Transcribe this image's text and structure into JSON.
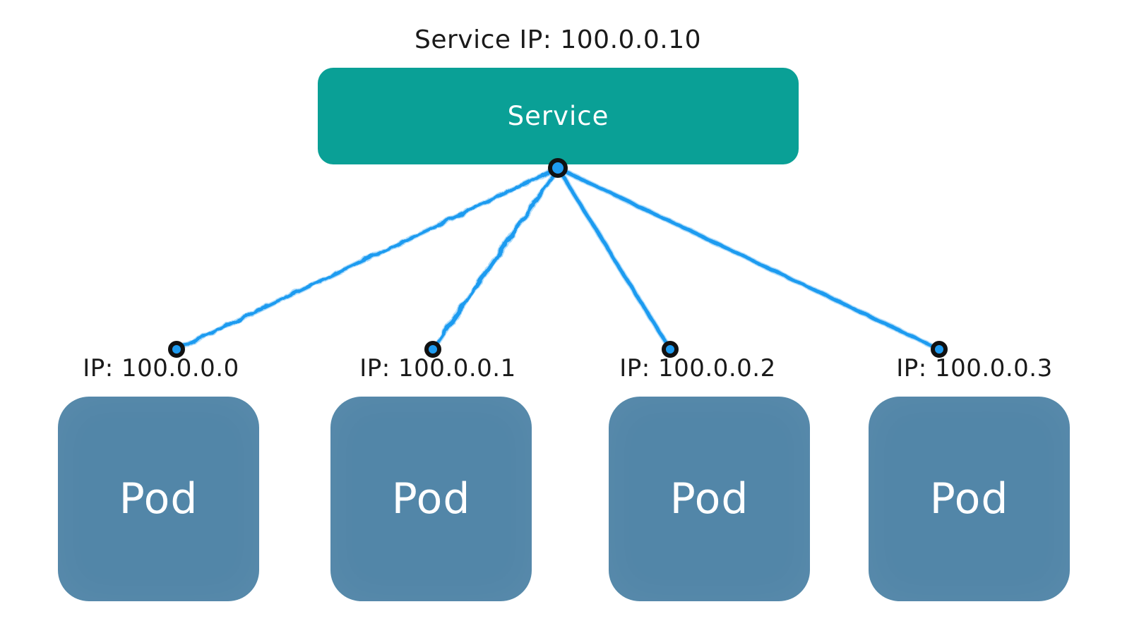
{
  "diagram": {
    "title": "Service IP: 100.0.0.10"
  },
  "service": {
    "label": "Service",
    "ip_label": "Service IP: 100.0.0.10"
  },
  "pods": [
    {
      "ip_label": "IP: 100.0.0.0",
      "label": "Pod"
    },
    {
      "ip_label": "IP: 100.0.0.1",
      "label": "Pod"
    },
    {
      "ip_label": "IP: 100.0.0.2",
      "label": "Pod"
    },
    {
      "ip_label": "IP: 100.0.0.3",
      "label": "Pod"
    }
  ],
  "edges": [
    {
      "from": "service",
      "to": "pod-1"
    },
    {
      "from": "service",
      "to": "pod-2"
    },
    {
      "from": "service",
      "to": "pod-3"
    },
    {
      "from": "service",
      "to": "pod-4"
    }
  ],
  "colors": {
    "background": "#ffffff",
    "service_fill": "#0aa096",
    "pod_fill": "#5286a8",
    "connector_line": "#1e9bf0",
    "node_fill": "#1e9bf0",
    "node_stroke": "#111111",
    "text_dark": "#1a1a1a",
    "text_light": "#ffffff"
  }
}
